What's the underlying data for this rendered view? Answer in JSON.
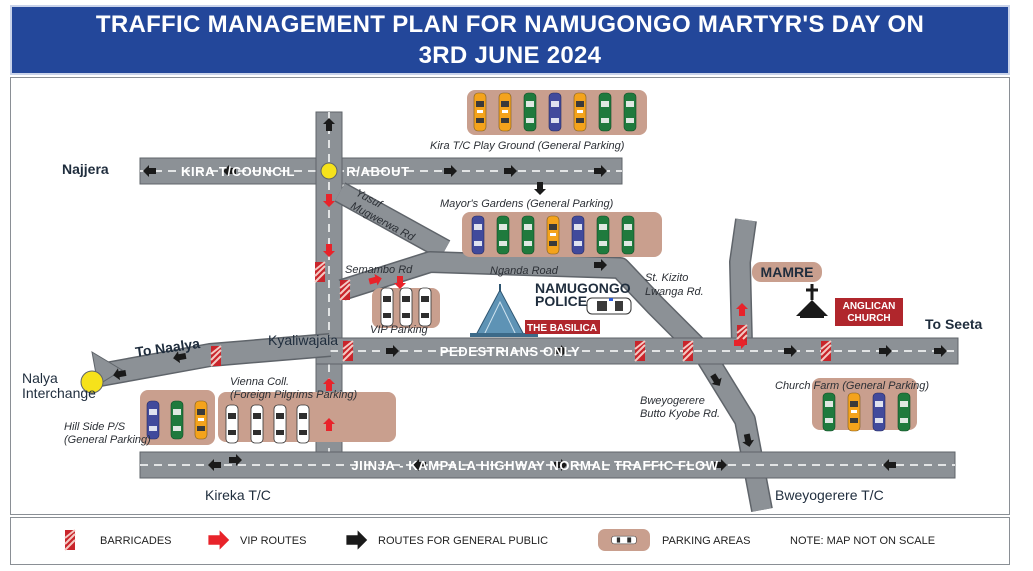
{
  "title": {
    "line1": "TRAFFIC MANAGEMENT PLAN FOR NAMUGONGO MARTYR'S DAY ON",
    "line2": "3RD JUNE 2024"
  },
  "places": {
    "najjera": "Najjera",
    "kira_roundabout": "R/ABOUT",
    "to_naalya": "To Naalya",
    "kyaliwajala": "Kyaliwajala",
    "nalya_interchange_1": "Nalya",
    "nalya_interchange_2": "Interchange",
    "kireka": "Kireka T/C",
    "bweyogerere_tc": "Bweyogerere T/C",
    "to_seeta": "To Seeta",
    "mamre": "MAMRE",
    "anglican_1": "ANGLICAN",
    "anglican_2": "CHURCH",
    "basilica": "THE BASILICA",
    "police_1": "NAMUGONGO",
    "police_2": "POLICE"
  },
  "roads": {
    "kira_council": "KIRA T/COUNCIL",
    "pedestrians": "PEDESTRIANS ONLY",
    "highway": "JIINJA - KAMPALA HIGHWAY NORMAL TRAFFIC FLOW",
    "yusuf_1": "Yusuf",
    "yusuf_2": "Mugwerwa Rd",
    "semambo": "Semambo Rd",
    "nganda": "Nganda Road",
    "kizito_1": "St. Kizito",
    "kizito_2": "Lwanga Rd.",
    "bweyogerere_1": "Bweyogerere",
    "bweyogerere_2": "Butto Kyobe Rd."
  },
  "parking": {
    "kira_playground": "Kira T/C Play Ground (General Parking)",
    "mayors_gardens": "Mayor's Gardens (General Parking)",
    "vip": "VIP Parking",
    "vienna_1": "Vienna Coll.",
    "vienna_2": "(Foreign Pilgrims Parking)",
    "hillside_1": "Hill Side P/S",
    "hillside_2": "(General Parking)",
    "church_farm": "Church Farm (General Parking)"
  },
  "legend": {
    "barricades": "BARRICADES",
    "vip_routes": "VIP ROUTES",
    "general_routes": "ROUTES FOR GENERAL PUBLIC",
    "parking_areas": "PARKING AREAS",
    "note": "NOTE: MAP NOT ON SCALE"
  },
  "colors": {
    "title_bg": "#23479a",
    "road": "#8c9196",
    "road_edge": "#5f646a",
    "parking_bg": "#c99f8e",
    "vip_arrow": "#e8232a",
    "general_arrow": "#1a1a1a",
    "roundabout": "#f6e21b",
    "label_badge": "#b0262c"
  },
  "icons": {
    "barricade": "barricade-icon",
    "vip_route": "red-arrow-icon",
    "general_route": "black-arrow-icon",
    "parking": "car-icon",
    "church": "cross-icon",
    "basilica": "basilica-icon",
    "police_car": "police-car-icon"
  }
}
